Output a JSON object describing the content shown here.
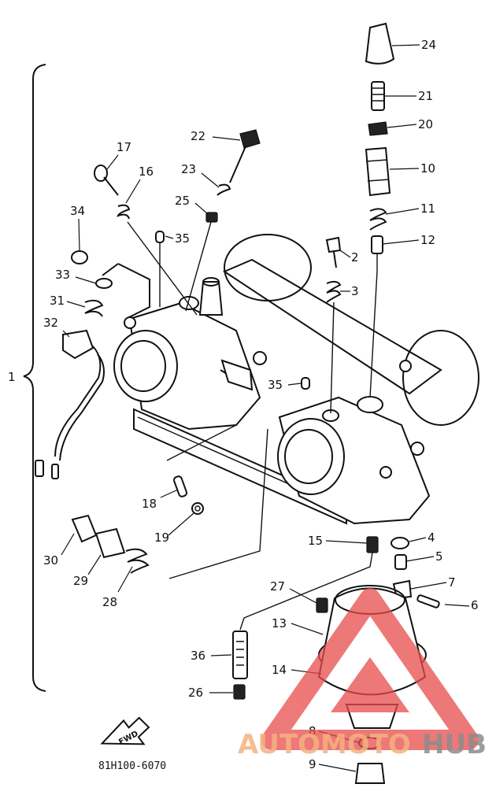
{
  "diagram": {
    "assembly_label": "1",
    "part_code": "81H100-6070",
    "fwd_label": "FWD",
    "callouts": [
      "2",
      "3",
      "4",
      "5",
      "6",
      "7",
      "8",
      "9",
      "10",
      "11",
      "12",
      "13",
      "14",
      "15",
      "16",
      "17",
      "18",
      "19",
      "20",
      "21",
      "22",
      "23",
      "24",
      "25",
      "26",
      "27",
      "28",
      "29",
      "30",
      "31",
      "32",
      "33",
      "34",
      "35",
      "35",
      "36"
    ]
  },
  "watermark": {
    "brand_part1": "AUTOMOTO",
    "brand_part2": "HUB",
    "triangle_color": "#e84c4c",
    "text_color_1": "#f4b27f",
    "text_color_2": "#8c8c8c"
  }
}
